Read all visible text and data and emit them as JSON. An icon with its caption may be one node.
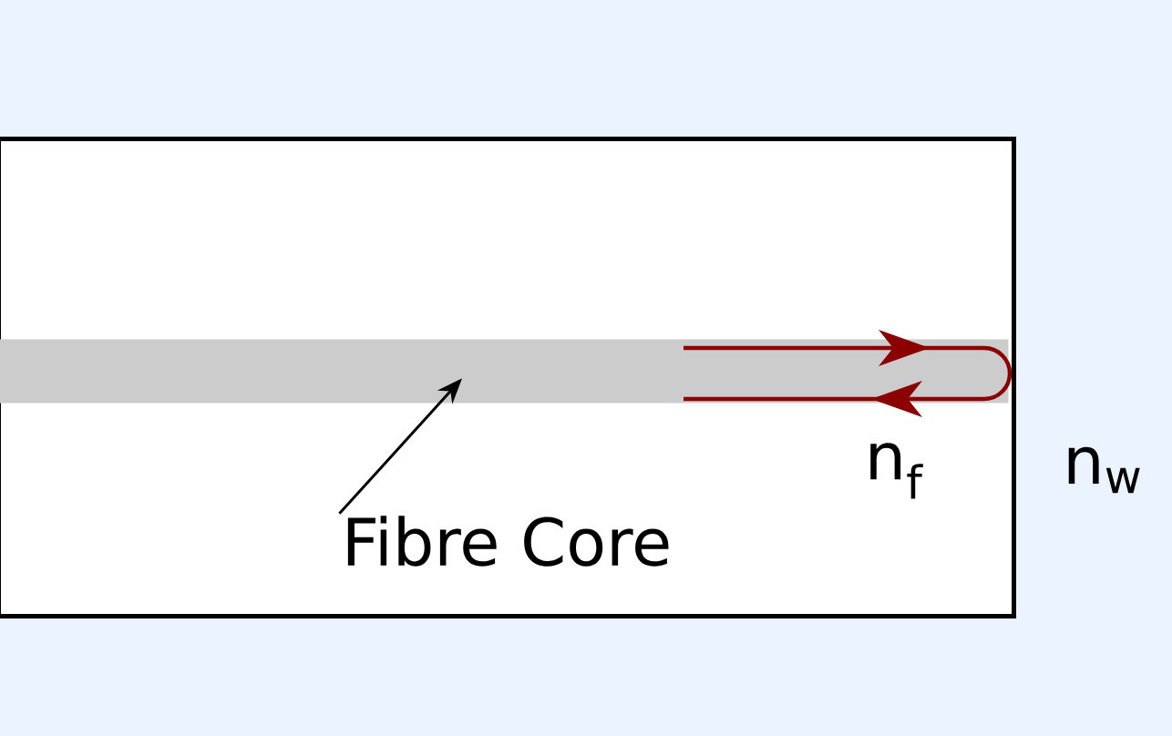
{
  "diagram": {
    "nodes": [
      {
        "text": [],
        "shape": "box"
      },
      {
        "text": [],
        "shape": "bar",
        "in": 0,
        "beside": [
          "n$_{f}$"
        ]
      },
      {
        "text": [
          "Fibre Core"
        ],
        "in": 0
      }
    ],
    "edges": [
      {
        "from": 2,
        "to": 1,
        "arrow": "to"
      }
    ],
    "labels": [
      "n$_{w}$"
    ]
  }
}
